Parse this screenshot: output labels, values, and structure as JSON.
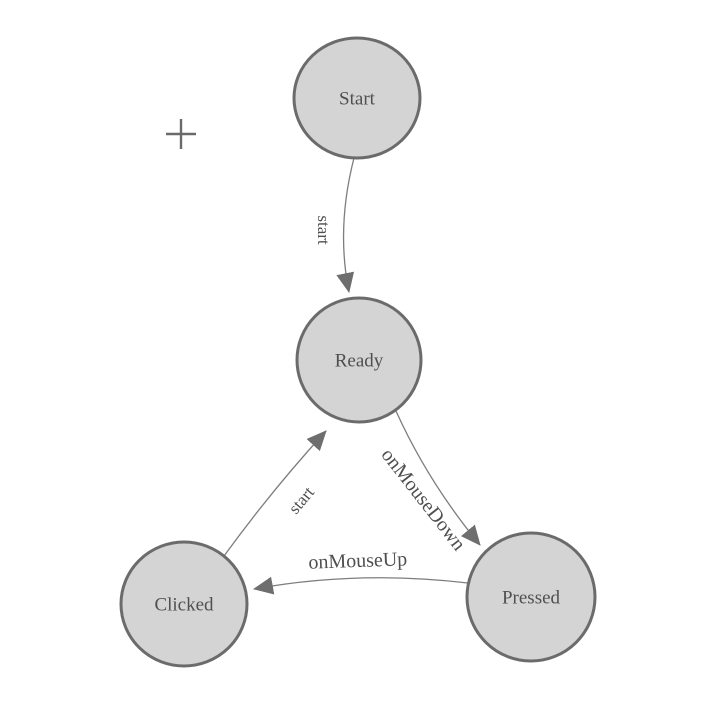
{
  "diagram": {
    "type": "finite-state-machine",
    "nodes": [
      {
        "id": "start",
        "label": "Start"
      },
      {
        "id": "ready",
        "label": "Ready"
      },
      {
        "id": "clicked",
        "label": "Clicked"
      },
      {
        "id": "pressed",
        "label": "Pressed"
      }
    ],
    "edges": [
      {
        "from": "Start",
        "to": "Ready",
        "label": "start"
      },
      {
        "from": "Ready",
        "to": "Pressed",
        "label": "onMouseDown"
      },
      {
        "from": "Pressed",
        "to": "Clicked",
        "label": "onMouseUp"
      },
      {
        "from": "Clicked",
        "to": "Ready",
        "label": "start"
      }
    ]
  },
  "tools": {
    "plus_icon": "plus-crosshair"
  },
  "theme": {
    "canvas_bg": "#ffffff",
    "node_fill": "#d4d4d4",
    "node_stroke": "#6b6b6b",
    "node_text": "#4f4f4f",
    "edge_stroke": "#7d7d7d",
    "edge_text": "#4f4f4f",
    "arrow_fill": "#6e6e6e",
    "plus_color": "#6a6a6a"
  }
}
